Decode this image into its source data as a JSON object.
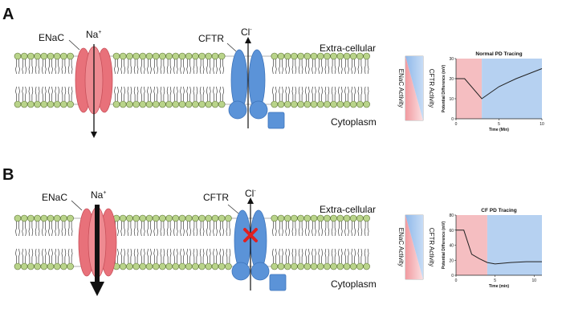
{
  "panel_a": {
    "letter": "A",
    "enac_label": "ENaC",
    "na_label": "Na",
    "na_sup": "+",
    "cftr_label": "CFTR",
    "cl_label": "Cl",
    "cl_sup": "-",
    "extracellular_label": "Extra-cellular",
    "cytoplasm_label": "Cytoplasm",
    "enac_activity_label": "ENaC Activity",
    "cftr_activity_label": "CFTR Activity"
  },
  "panel_b": {
    "letter": "B",
    "enac_label": "ENaC",
    "na_label": "Na",
    "na_sup": "+",
    "cftr_label": "CFTR",
    "cl_label": "Cl",
    "cl_sup": "-",
    "extracellular_label": "Extra-cellular",
    "cytoplasm_label": "Cytoplasm",
    "enac_activity_label": "ENaC Activity",
    "cftr_activity_label": "CFTR Activity"
  },
  "colors": {
    "enac": "#e8717a",
    "cftr": "#5b93d8",
    "lipid_head": "#b9d48a",
    "block_x": "#e02020",
    "red_region": "#f3b3b6",
    "blue_region": "#a9c9ee"
  },
  "chart_data": [
    {
      "type": "line",
      "title": "Normal PD Tracing",
      "xlabel": "Time (Min)",
      "ylabel": "Potential Difference (mV)",
      "xlim": [
        0,
        10
      ],
      "ylim": [
        0,
        30
      ],
      "xticks": [
        "0",
        "5",
        "10"
      ],
      "yticks": [
        "0",
        "10",
        "20",
        "30"
      ],
      "red_region_x": [
        0,
        3
      ],
      "blue_region_x": [
        3,
        10
      ],
      "series": [
        {
          "x": [
            0,
            1,
            3,
            5,
            7,
            10
          ],
          "y": [
            20,
            20,
            10,
            16,
            20,
            25
          ]
        }
      ]
    },
    {
      "type": "line",
      "title": "CF PD Tracing",
      "xlabel": "Time (min)",
      "ylabel": "Potential Difference (mV)",
      "xlim": [
        0,
        11
      ],
      "ylim": [
        0,
        80
      ],
      "xticks": [
        "0",
        "5",
        "10"
      ],
      "yticks": [
        "0",
        "20",
        "40",
        "60",
        "80"
      ],
      "red_region_x": [
        0,
        4
      ],
      "blue_region_x": [
        4,
        11
      ],
      "series": [
        {
          "x": [
            0,
            1,
            2,
            3,
            4,
            5,
            7,
            9,
            11
          ],
          "y": [
            60,
            60,
            28,
            22,
            17,
            15,
            17,
            18,
            18
          ]
        }
      ]
    }
  ]
}
